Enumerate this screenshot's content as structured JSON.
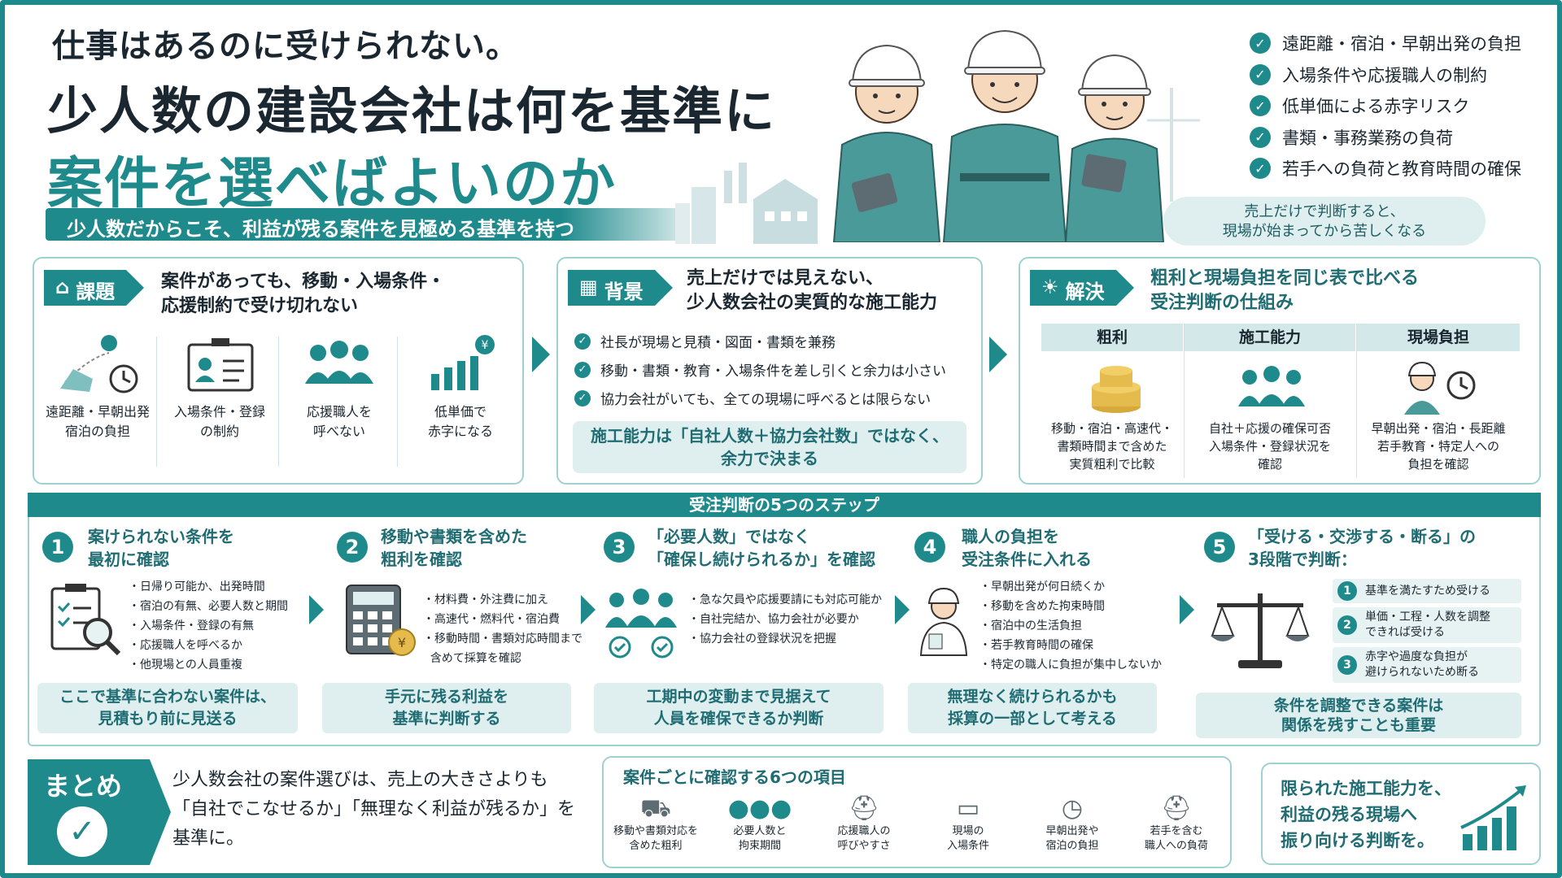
{
  "header": {
    "line1": "仕事はあるのに受けられない。",
    "line2": "少人数の建設会社は何を基準に",
    "line3": "案件を選べばよいのか",
    "subtitle": "少人数だからこそ、利益が残る案件を見極める基準を持つ"
  },
  "checklist": [
    "遠距離・宿泊・早朝出発の負担",
    "入場条件や応援職人の制約",
    "低単価による赤字リスク",
    "書類・事務業務の負荷",
    "若手への負荷と教育時間の確保"
  ],
  "bubble": {
    "line1": "売上だけで判断すると、",
    "line2": "現場が始まってから苦しくなる"
  },
  "issue": {
    "tag": "課題",
    "title1": "案件があっても、移動・入場条件・",
    "title2": "応援制約で受け切れない",
    "icons": [
      {
        "l1": "遠距離・早朝出発",
        "l2": "宿泊の負担"
      },
      {
        "l1": "入場条件・登録",
        "l2": "の制約"
      },
      {
        "l1": "応援職人を",
        "l2": "呼べない"
      },
      {
        "l1": "低単価で",
        "l2": "赤字になる"
      }
    ]
  },
  "background": {
    "tag": "背景",
    "title1": "売上だけでは見えない、",
    "title2": "少人数会社の実質的な施工能力",
    "bullets": [
      "社長が現場と見積・図面・書類を兼務",
      "移動・書類・教育・入場条件を差し引くと余力は小さい",
      "協力会社がいても、全ての現場に呼べるとは限らない"
    ],
    "highlight1": "施工能力は「自社人数＋協力会社数」ではなく、",
    "highlight2": "余力で決まる"
  },
  "solution": {
    "tag": "解決",
    "title1": "粗利と現場負担を同じ表で比べる",
    "title2": "受注判断の仕組み",
    "columns": [
      {
        "header": "粗利",
        "l1": "移動・宿泊・高速代・",
        "l2": "書類時間まで含めた",
        "l3": "実質粗利で比較"
      },
      {
        "header": "施工能力",
        "l1": "自社＋応援の確保可否",
        "l2": "入場条件・登録状況を",
        "l3": "確認"
      },
      {
        "header": "現場負担",
        "l1": "早朝出発・宿泊・長距離",
        "l2": "若手教育・特定人への",
        "l3": "負担を確認"
      }
    ]
  },
  "steps": {
    "title": "受注判断の5つのステップ",
    "items": [
      {
        "num": "1",
        "t1": "案けられない条件を",
        "t2": "最初に確認",
        "list": [
          "日帰り可能か、出発時間",
          "宿泊の有無、必要人数と期間",
          "入場条件・登録の有無",
          "応援職人を呼べるか",
          "他現場との人員重複"
        ],
        "b1": "ここで基準に合わない案件は、",
        "b2": "見積もり前に見送る"
      },
      {
        "num": "2",
        "t1": "移動や書類を含めた",
        "t2": "粗利を確認",
        "list": [
          "材料費・外注費に加え",
          "高速代・燃料代・宿泊費",
          "移動時間・書類対応時間まで",
          "含めて採算を確認"
        ],
        "b1": "手元に残る利益を",
        "b2": "基準に判断する"
      },
      {
        "num": "3",
        "t1": "「必要人数」ではなく",
        "t2": "「確保し続けられるか」を確認",
        "list": [
          "急な欠員や応援要請にも対応可能か",
          "自社完結か、協力会社が必要か",
          "協力会社の登録状況を把握"
        ],
        "b1": "工期中の変動まで見据えて",
        "b2": "人員を確保できるか判断"
      },
      {
        "num": "4",
        "t1": "職人の負担を",
        "t2": "受注条件に入れる",
        "list": [
          "早朝出発が何日続くか",
          "移動を含めた拘束時間",
          "宿泊中の生活負担",
          "若手教育時間の確保",
          "特定の職人に負担が集中しないか"
        ],
        "b1": "無理なく続けられるかも",
        "b2": "採算の一部として考える"
      },
      {
        "num": "5",
        "t1": "「受ける・交渉する・断る」の",
        "t2": "3段階で判断：",
        "options": [
          {
            "n": "1",
            "l1": "基準を満たすため受ける",
            "l2": ""
          },
          {
            "n": "2",
            "l1": "単価・工程・人数を調整",
            "l2": "できれば受ける"
          },
          {
            "n": "3",
            "l1": "赤字や過度な負担が",
            "l2": "避けられないため断る"
          }
        ],
        "b1": "条件を調整できる案件は",
        "b2": "関係を残すことも重要"
      }
    ]
  },
  "summary": {
    "tag": "まとめ",
    "l1": "少人数会社の案件選びは、売上の大きさよりも",
    "l2": "「自社でこなせるか」「無理なく利益が残るか」を",
    "l3": "基準に。"
  },
  "six": {
    "title": "案件ごとに確認する6つの項目",
    "items": [
      {
        "l1": "移動や書類対応を",
        "l2": "含めた粗利"
      },
      {
        "l1": "必要人数と",
        "l2": "拘束期間"
      },
      {
        "l1": "応援職人の",
        "l2": "呼びやすさ"
      },
      {
        "l1": "現場の",
        "l2": "入場条件"
      },
      {
        "l1": "早朝出発や",
        "l2": "宿泊の負担"
      },
      {
        "l1": "若手を含む",
        "l2": "職人への負荷"
      }
    ]
  },
  "final": {
    "l1": "限られた施工能力を、",
    "l2": "利益の残る現場へ",
    "l3": "振り向ける判断を。"
  },
  "colors": {
    "accent": "#1f8a8c",
    "light": "#dfeff0",
    "dark": "#1b2730"
  }
}
